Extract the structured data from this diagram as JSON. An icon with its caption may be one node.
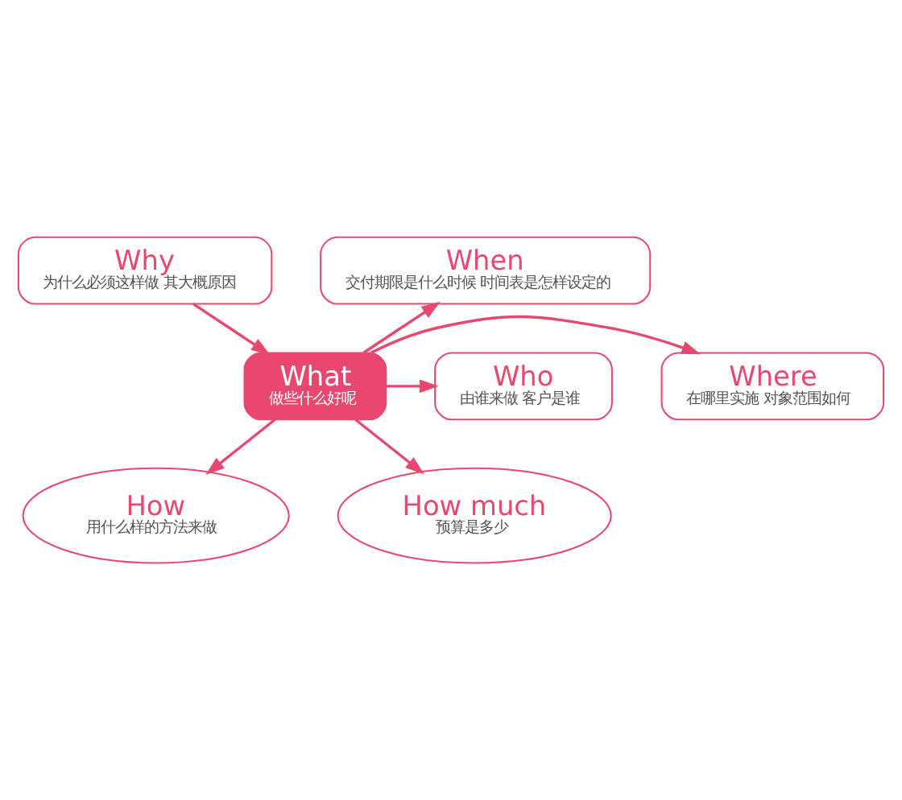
{
  "diagram": {
    "nodes": [
      {
        "text": [
          "Why",
          "为什么必须这样做 其大概原因"
        ]
      },
      {
        "text": [
          "When",
          "交付期限是什么时候 时间表是怎样设定的"
        ]
      },
      {
        "text": [
          "Where",
          "在哪里实施 对象范围如何"
        ]
      },
      {
        "text": [
          "What",
          "做些什么好呢"
        ]
      },
      {
        "text": [
          "Who",
          "由谁来做 客户是谁"
        ]
      },
      {
        "text": [
          "How",
          "用什么样的方法来做"
        ]
      },
      {
        "text": [
          "How much",
          "预算是多少"
        ]
      }
    ],
    "edges": [
      {
        "from": 0,
        "to": 3,
        "arrow": "to"
      },
      {
        "from": 3,
        "to": 1,
        "arrow": "to"
      },
      {
        "from": 3,
        "to": 2,
        "arrow": "to"
      },
      {
        "from": 3,
        "to": 4,
        "arrow": "to"
      },
      {
        "from": 3,
        "to": 5,
        "arrow": "to"
      },
      {
        "from": 3,
        "to": 6,
        "arrow": "to"
      }
    ]
  }
}
